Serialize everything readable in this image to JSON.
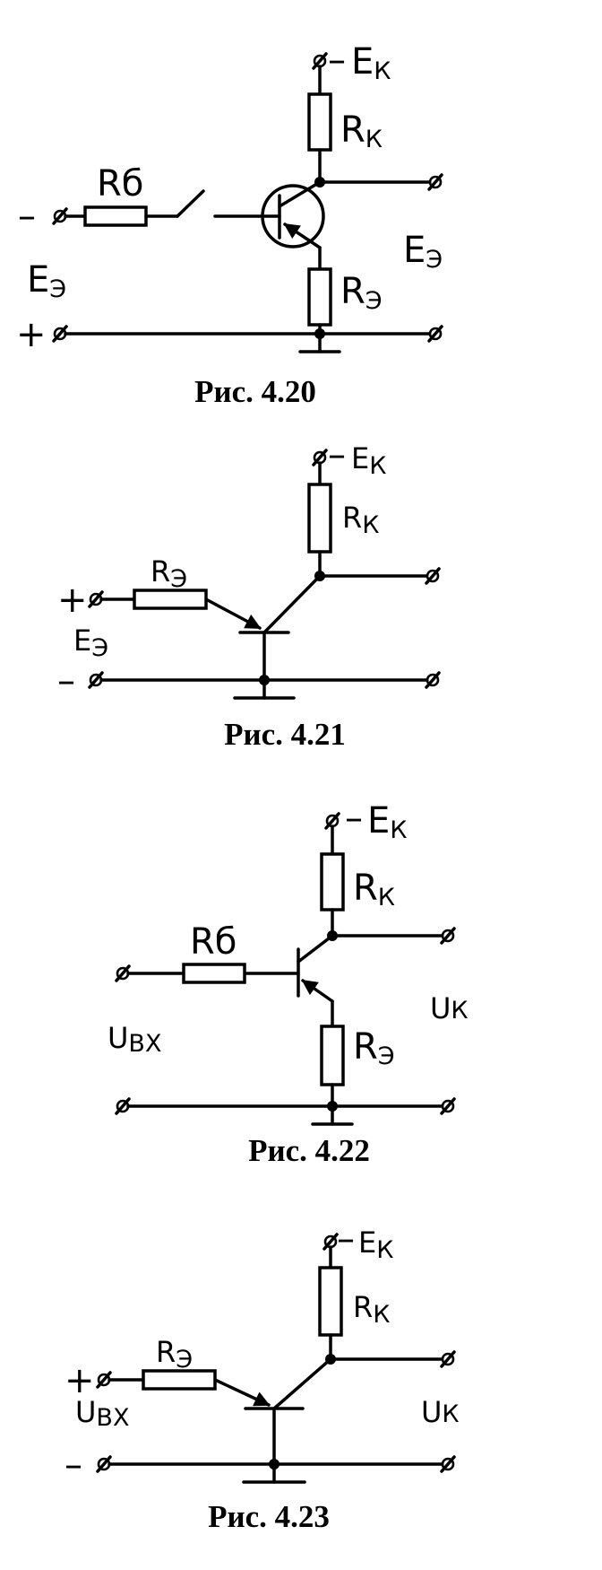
{
  "figures": [
    {
      "caption": "Рис. 4.20",
      "labels": {
        "supply_sign": "–",
        "supply_main": "E",
        "supply_sub": "К",
        "rk_main": "R",
        "rk_sub": "К",
        "rb_main": "R",
        "rb_sub": "б",
        "re_main": "R",
        "re_sub": "Э",
        "in_main": "E",
        "in_sub": "Э",
        "out_main": "E",
        "out_sub": "Э",
        "top_sign": "–",
        "bottom_sign": "+"
      }
    },
    {
      "caption": "Рис. 4.21",
      "labels": {
        "supply_sign": "–",
        "supply_main": "E",
        "supply_sub": "К",
        "rk_main": "R",
        "rk_sub": "К",
        "re_main": "R",
        "re_sub": "Э",
        "in_main": "E",
        "in_sub": "Э",
        "top_sign": "+",
        "bottom_sign": "–"
      }
    },
    {
      "caption": "Рис. 4.22",
      "labels": {
        "supply_sign": "–",
        "supply_main": "E",
        "supply_sub": "К",
        "rk_main": "R",
        "rk_sub": "К",
        "rb_main": "R",
        "rb_sub": "б",
        "re_main": "R",
        "re_sub": "Э",
        "in_main": "U",
        "in_sub": "ВХ",
        "out_main": "U",
        "out_sub": "К"
      }
    },
    {
      "caption": "Рис. 4.23",
      "labels": {
        "supply_sign": "–",
        "supply_main": "E",
        "supply_sub": "К",
        "rk_main": "R",
        "rk_sub": "К",
        "re_main": "R",
        "re_sub": "Э",
        "in_main": "U",
        "in_sub": "ВХ",
        "out_main": "U",
        "out_sub": "К",
        "top_sign": "+",
        "bottom_sign": "–"
      }
    }
  ]
}
